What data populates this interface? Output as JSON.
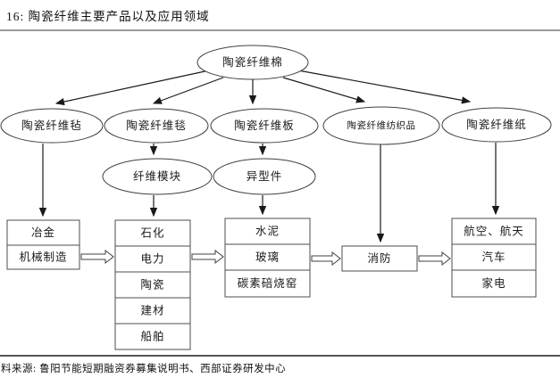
{
  "title": "16: 陶瓷纤维主要产品以及应用领域",
  "source_note": "料来源: 鲁阳节能短期融资券募集说明书、西部证券研发中心",
  "colors": {
    "diagram_stroke": "#404040",
    "title_rule": "#9a9a9a",
    "bottom_rule": "#555555",
    "text": "#1a1a1a"
  },
  "nodes": {
    "root": "陶瓷纤维棉",
    "products": [
      "陶瓷纤维毡",
      "陶瓷纤维毯",
      "陶瓷纤维板",
      "陶瓷纤维纺织品",
      "陶瓷纤维纸"
    ],
    "intermediates": [
      "纤维模块",
      "异型件"
    ],
    "app_col1": [
      "冶金",
      "机械制造"
    ],
    "app_col2": [
      "石化",
      "电力",
      "陶瓷",
      "建材",
      "船舶"
    ],
    "app_col3": [
      "水泥",
      "玻璃",
      "碳素碚烧窑"
    ],
    "app_col4": [
      "消防"
    ],
    "app_col5": [
      "航空、航天",
      "汽车",
      "家电"
    ]
  }
}
